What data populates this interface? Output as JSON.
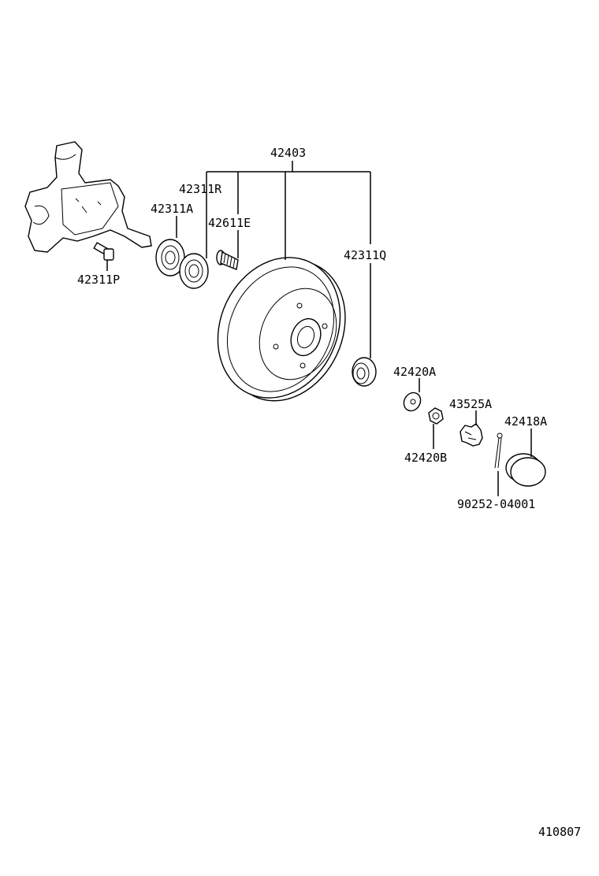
{
  "labels": {
    "hub_drum": "42403",
    "bearing_r": "42311R",
    "bearing_a": "42311A",
    "hub_bolt": "42611E",
    "bearing_q": "42311Q",
    "bolt_p": "42311P",
    "washer": "42420A",
    "nut_b": "42420B",
    "lock_cap": "43525A",
    "grease_cap": "42418A",
    "cotter_pin": "90252-04001",
    "diagram_code": "410807"
  }
}
